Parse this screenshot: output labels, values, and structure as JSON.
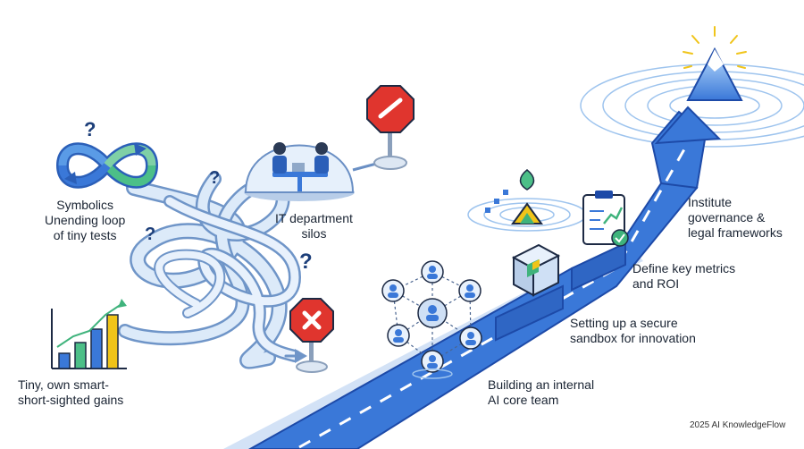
{
  "left_labels": {
    "symbolics_line1": "Symbolics",
    "symbolics_line2": "Unending loop",
    "symbolics_line3": "of tiny tests",
    "it_line1": "IT department",
    "it_line2": "silos",
    "gains_line1": "Tiny, own smart-",
    "gains_line2": "short-sighted gains"
  },
  "steps": [
    {
      "line1": "Building an internal",
      "line2": "AI core team"
    },
    {
      "line1": "Setting up a secure",
      "line2": "sandbox for innovation"
    },
    {
      "line1": "Define key metrics",
      "line2": "and ROI"
    },
    {
      "line1": "Institute",
      "line2": "governance &",
      "line3": "legal frameworks"
    }
  ],
  "footer": "2025 AI KnowledgeFlow",
  "colors": {
    "path_blue": "#3a78d8",
    "path_dark": "#1d4aa8",
    "stop_red": "#e0352e",
    "light_blue": "#dbe9fb",
    "green": "#3fb37c",
    "yellow": "#f0c419"
  },
  "icons": [
    "infinity-loop-icon",
    "question-mark-icon",
    "stop-sign-icon",
    "no-entry-sign-icon",
    "glass-dome-icon",
    "bar-chart-icon",
    "network-people-icon",
    "cube-icon",
    "clipboard-chart-icon",
    "mountain-peak-icon"
  ]
}
